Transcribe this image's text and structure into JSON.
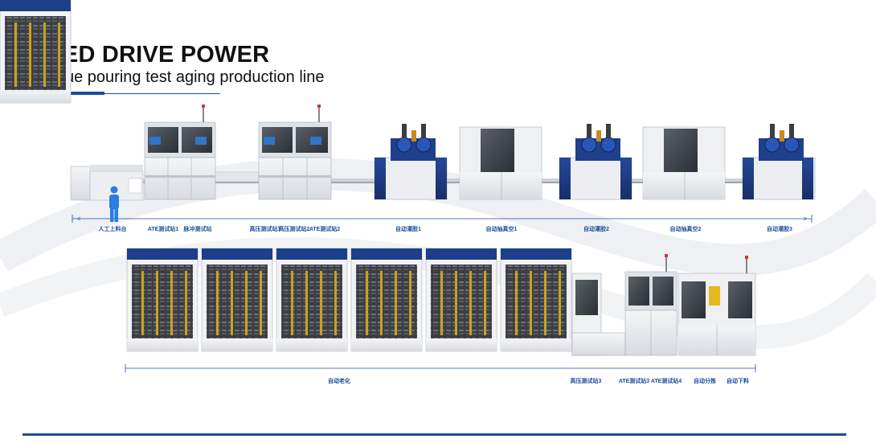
{
  "header": {
    "title": "LED DRIVE POWER",
    "subtitle": "Glue pouring test aging production line"
  },
  "row1_labels": [
    "人工上料台",
    "ATE测试站1",
    "脉冲测试站",
    "高压测试站1",
    "高压测试站2",
    "ATE测试站2",
    "自动灌胶1",
    "自动抽真空1",
    "自动灌胶2",
    "自动抽真空2",
    "自动灌胶3"
  ],
  "row2_labels": [
    "自动老化",
    "高压测试站3",
    "ATE测试站3",
    "ATE测试站4",
    "自动分拣",
    "自动下料"
  ],
  "colors": {
    "brand_blue": "#1a4f9a",
    "machine_blue": "#1d3f8a",
    "panel_grey": "#e9ecef"
  }
}
